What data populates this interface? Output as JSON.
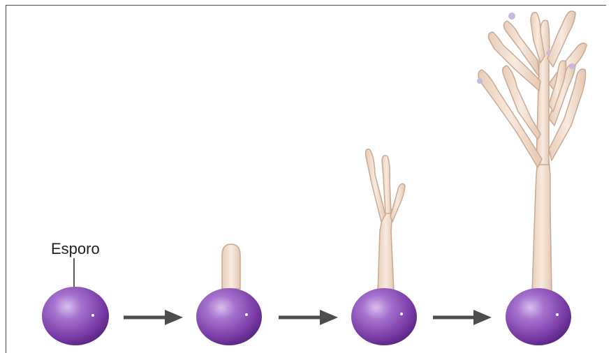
{
  "diagram": {
    "spore_label": "Esporo",
    "colors": {
      "spore": "#7a3ca8",
      "spore_highlight": "#c8a6e4",
      "hypha": "#f1dccb",
      "hypha_outline": "#c9a992",
      "arrow": "#4d4d4d",
      "tip": "#c9b7df"
    },
    "stages": [
      {
        "name": "spore"
      },
      {
        "name": "germ-tube"
      },
      {
        "name": "branching-hypha"
      },
      {
        "name": "mycelium"
      }
    ]
  }
}
